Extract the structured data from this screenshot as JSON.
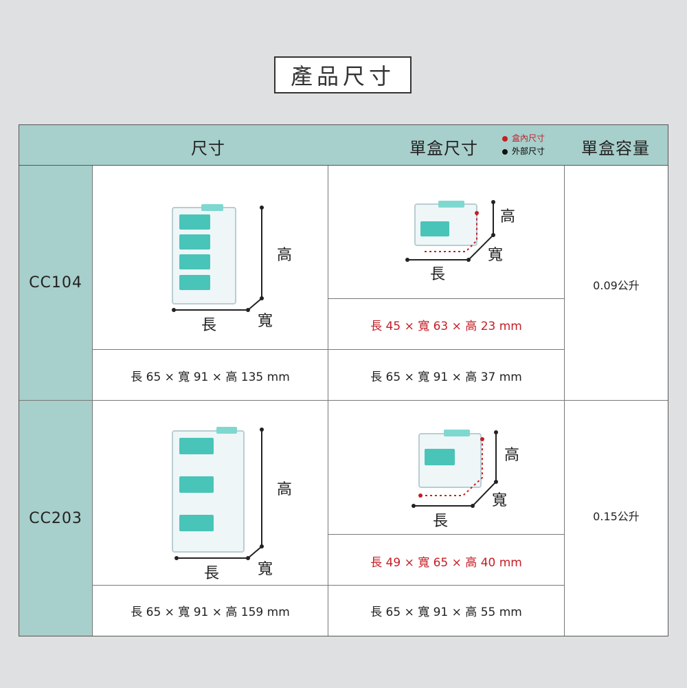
{
  "title": "產品尺寸",
  "header": {
    "size": "尺寸",
    "single_box": "單盒尺寸",
    "legend_inner": "盒內尺寸",
    "legend_outer": "外部尺寸",
    "capacity": "單盒容量"
  },
  "colors": {
    "teal": "#a7cfcb",
    "inner_red": "#c41e26",
    "outer_black": "#111111"
  },
  "rows": [
    {
      "model": "CC104",
      "overall": "長 65 × 寬 91 × 高 135 mm",
      "inner": "長 45 × 寬 63 × 高 23 mm",
      "outer": "長 65 × 寬 91 × 高 37 mm",
      "capacity": "0.09公升",
      "dim_labels": {
        "length": "長",
        "width": "寬",
        "height": "高"
      }
    },
    {
      "model": "CC203",
      "overall": "長 65 × 寬 91 × 高 159 mm",
      "inner": "長 49 × 寬 65 × 高 40 mm",
      "outer": "長 65 × 寬 91 × 高 55 mm",
      "capacity": "0.15公升",
      "dim_labels": {
        "length": "長",
        "width": "寬",
        "height": "高"
      }
    }
  ]
}
